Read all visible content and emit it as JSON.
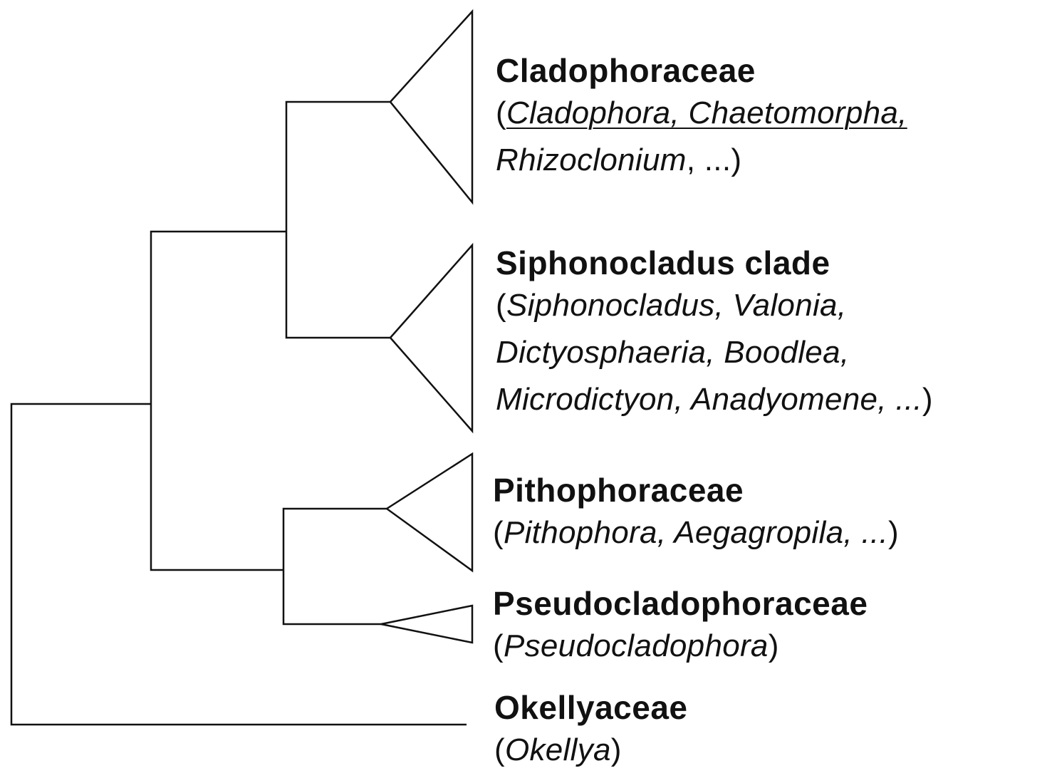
{
  "clades": [
    {
      "family": "Cladophoraceae",
      "lines": [
        [
          {
            "t": "(",
            "i": false,
            "u": false
          },
          {
            "t": "Cladophora, Chaetomorpha,",
            "i": true,
            "u": true
          }
        ],
        [
          {
            "t": "Rhizoclonium",
            "i": true,
            "u": false
          },
          {
            "t": ", ...)",
            "i": false,
            "u": false
          }
        ]
      ]
    },
    {
      "family": "Siphonocladus clade",
      "lines": [
        [
          {
            "t": "(",
            "i": false,
            "u": false
          },
          {
            "t": "Siphonocladus, Valonia,",
            "i": true,
            "u": false
          }
        ],
        [
          {
            "t": "Dictyosphaeria, Boodlea,",
            "i": true,
            "u": false
          }
        ],
        [
          {
            "t": "Microdictyon, Anadyomene, ...",
            "i": true,
            "u": false
          },
          {
            "t": ")",
            "i": false,
            "u": false
          }
        ]
      ]
    },
    {
      "family": "Pithophoraceae",
      "lines": [
        [
          {
            "t": "(",
            "i": false,
            "u": false
          },
          {
            "t": "Pithophora, Aegagropila, ...",
            "i": true,
            "u": false
          },
          {
            "t": ")",
            "i": false,
            "u": false
          }
        ]
      ]
    },
    {
      "family": "Pseudocladophoraceae",
      "lines": [
        [
          {
            "t": "(",
            "i": false,
            "u": false
          },
          {
            "t": "Pseudocladophora",
            "i": true,
            "u": false
          },
          {
            "t": ")",
            "i": false,
            "u": false
          }
        ]
      ]
    },
    {
      "family": "Okellyaceae",
      "lines": [
        [
          {
            "t": "(",
            "i": false,
            "u": false
          },
          {
            "t": "Okellya",
            "i": true,
            "u": false
          },
          {
            "t": ")",
            "i": false,
            "u": false
          }
        ]
      ]
    }
  ]
}
